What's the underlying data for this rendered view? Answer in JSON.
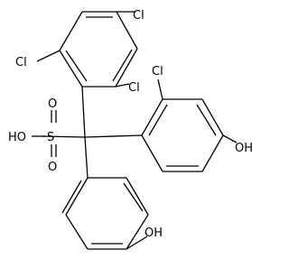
{
  "molecule": {
    "atom_labels": {
      "cl_top_right": "Cl",
      "cl_left": "Cl",
      "cl_mid": "Cl",
      "cl_ortho": "Cl",
      "hydroxyl_right": "OH",
      "hydroxyl_sulfonic": "HO",
      "sulfur": "S",
      "oxygen_top": "O",
      "oxygen_bottom": "O",
      "hydroxyl_bottom": "OH"
    }
  }
}
